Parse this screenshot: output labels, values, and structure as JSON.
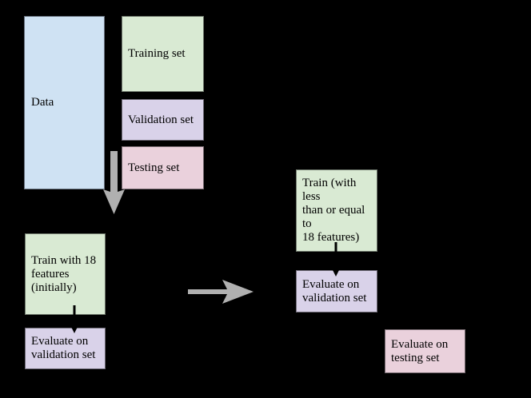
{
  "diagram": {
    "background": "#000000",
    "colors": {
      "data_fill": "#cfe2f3",
      "train_fill": "#d9ead3",
      "validation_fill": "#d9d2e9",
      "testing_fill": "#ead1dc",
      "arrow_gray": "#b0b0b0",
      "arrow_black": "#000000",
      "text": "#000000"
    },
    "nodes": {
      "data": {
        "label": "Data",
        "lines": [
          "Data"
        ]
      },
      "training_set": {
        "label": "Training set",
        "lines": [
          "Training set"
        ]
      },
      "validation_set": {
        "label": "Validation set",
        "lines": [
          "Validation set"
        ]
      },
      "testing_set": {
        "label": "Testing set",
        "lines": [
          "Testing set"
        ]
      },
      "train_initial": {
        "label": "Train with 18 features (initially)",
        "lines": [
          "Train with 18",
          "features",
          "(initially)"
        ]
      },
      "evaluate_validation_left": {
        "label": "Evaluate on validation set",
        "lines": [
          "Evaluate on",
          "validation set"
        ]
      },
      "train_reduced": {
        "label": "Train (with less than or equal to 18 features)",
        "lines": [
          "Train (with less",
          "than or equal to",
          "18 features)"
        ]
      },
      "evaluate_validation_right": {
        "label": "Evaluate on validation set",
        "lines": [
          "Evaluate on",
          "validation set"
        ]
      },
      "evaluate_testing": {
        "label": "Evaluate on testing set",
        "lines": [
          "Evaluate on",
          "testing set"
        ]
      }
    },
    "arrows": [
      {
        "name": "data-split-down-arrow",
        "color": "#b0b0b0",
        "direction": "down"
      },
      {
        "name": "train-to-eval-left-arrow",
        "color": "#000000",
        "direction": "down"
      },
      {
        "name": "iterate-right-arrow",
        "color": "#b0b0b0",
        "direction": "right"
      },
      {
        "name": "train-to-eval-right-arrow",
        "color": "#000000",
        "direction": "down"
      }
    ]
  }
}
